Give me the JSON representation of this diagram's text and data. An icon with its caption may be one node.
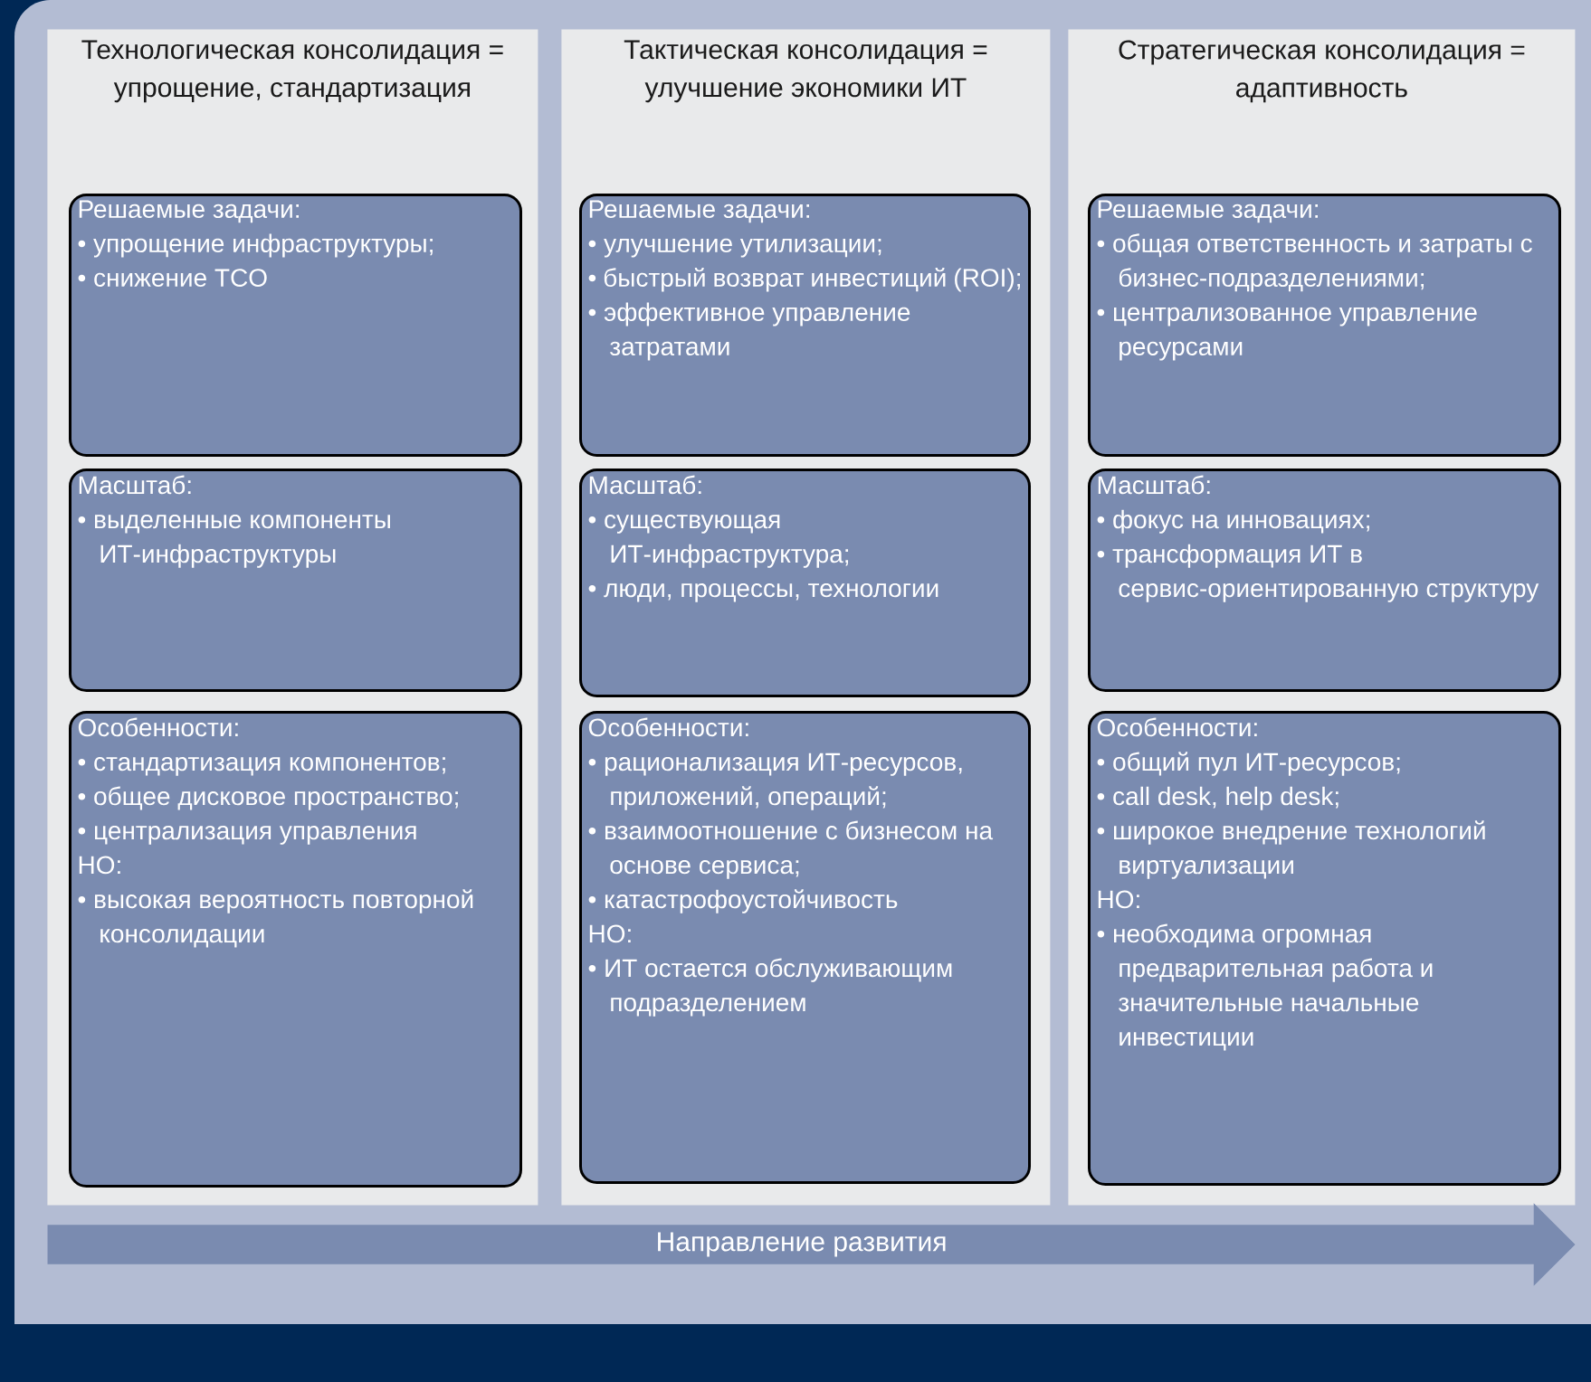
{
  "diagram": {
    "nodes": [
      {
        "text": [
          "Технологическая консолидация = упрощение, стандартизация"
        ]
      },
      {
        "text": [
          "Решаемые задачи:",
          "• упрощение инфраструктуры;",
          "• снижение TCO"
        ],
        "in": 0
      },
      {
        "text": [
          "Масштаб:",
          "• выделенные компоненты ИТ-инфраструктуры"
        ],
        "in": 0
      },
      {
        "text": [
          "Особенности:",
          "• стандартизация компонентов;",
          "• общее дисковое пространство;",
          "• централизация управления",
          "НО:",
          "• высокая вероятность повторной консолидации"
        ],
        "in": 0
      },
      {
        "text": [
          "Тактическая консолидация = улучшение экономики ИТ"
        ]
      },
      {
        "text": [
          "Решаемые задачи:",
          "• улучшение утилизации;",
          "• быстрый возврат инвестиций (ROI);",
          "• эффективное управление затратами"
        ],
        "in": 4
      },
      {
        "text": [
          "Масштаб:",
          "• существующая ИТ-инфраструктура;",
          "• люди, процессы, технологии"
        ],
        "in": 4
      },
      {
        "text": [
          "Особенности:",
          "• рационализация ИТ-ресурсов, приложений, операций;",
          "• взаимоотношение с бизнесом на основе сервиса;",
          "• катастрофоустойчивость",
          "НО:",
          "• ИТ остается обслуживающим подразделением"
        ],
        "in": 4
      },
      {
        "text": [
          "Стратегическая консолидация = адаптивность"
        ]
      },
      {
        "text": [
          "Решаемые задачи:",
          "• общая ответственность и затраты с бизнес-подразделениями;",
          "• централизованное управление ресурсами"
        ],
        "in": 8
      },
      {
        "text": [
          "Масштаб:",
          "• фокус на инновациях;",
          "• трансформация ИТ в сервис-ориентированную структуру"
        ],
        "in": 8
      },
      {
        "text": [
          "Особенности:",
          "• общий пул ИТ-ресурсов;",
          "• call desk, help desk;",
          "• широкое внедрение технологий виртуализации",
          "НО:",
          "• необходима огромная предварительная работа и значительные начальные инвестиции"
        ],
        "in": 8
      },
      {
        "text": [
          "Направление развития"
        ]
      }
    ]
  }
}
